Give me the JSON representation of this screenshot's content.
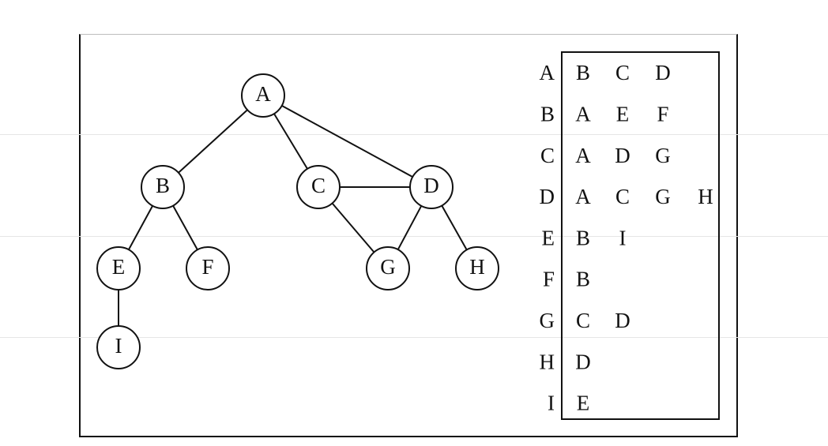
{
  "graph": {
    "nodes": [
      {
        "id": "A",
        "label": "A"
      },
      {
        "id": "B",
        "label": "B"
      },
      {
        "id": "C",
        "label": "C"
      },
      {
        "id": "D",
        "label": "D"
      },
      {
        "id": "E",
        "label": "E"
      },
      {
        "id": "F",
        "label": "F"
      },
      {
        "id": "G",
        "label": "G"
      },
      {
        "id": "H",
        "label": "H"
      },
      {
        "id": "I",
        "label": "I"
      }
    ],
    "edges": [
      [
        "A",
        "B"
      ],
      [
        "A",
        "C"
      ],
      [
        "A",
        "D"
      ],
      [
        "B",
        "E"
      ],
      [
        "B",
        "F"
      ],
      [
        "C",
        "D"
      ],
      [
        "C",
        "G"
      ],
      [
        "D",
        "G"
      ],
      [
        "D",
        "H"
      ],
      [
        "E",
        "I"
      ]
    ]
  },
  "adjacency_list": [
    {
      "vertex": "A",
      "neighbors": [
        "B",
        "C",
        "D"
      ]
    },
    {
      "vertex": "B",
      "neighbors": [
        "A",
        "E",
        "F"
      ]
    },
    {
      "vertex": "C",
      "neighbors": [
        "A",
        "D",
        "G"
      ]
    },
    {
      "vertex": "D",
      "neighbors": [
        "A",
        "C",
        "G",
        "H"
      ]
    },
    {
      "vertex": "E",
      "neighbors": [
        "B",
        "I"
      ]
    },
    {
      "vertex": "F",
      "neighbors": [
        "B"
      ]
    },
    {
      "vertex": "G",
      "neighbors": [
        "C",
        "D"
      ]
    },
    {
      "vertex": "H",
      "neighbors": [
        "D"
      ]
    },
    {
      "vertex": "I",
      "neighbors": [
        "E"
      ]
    }
  ]
}
